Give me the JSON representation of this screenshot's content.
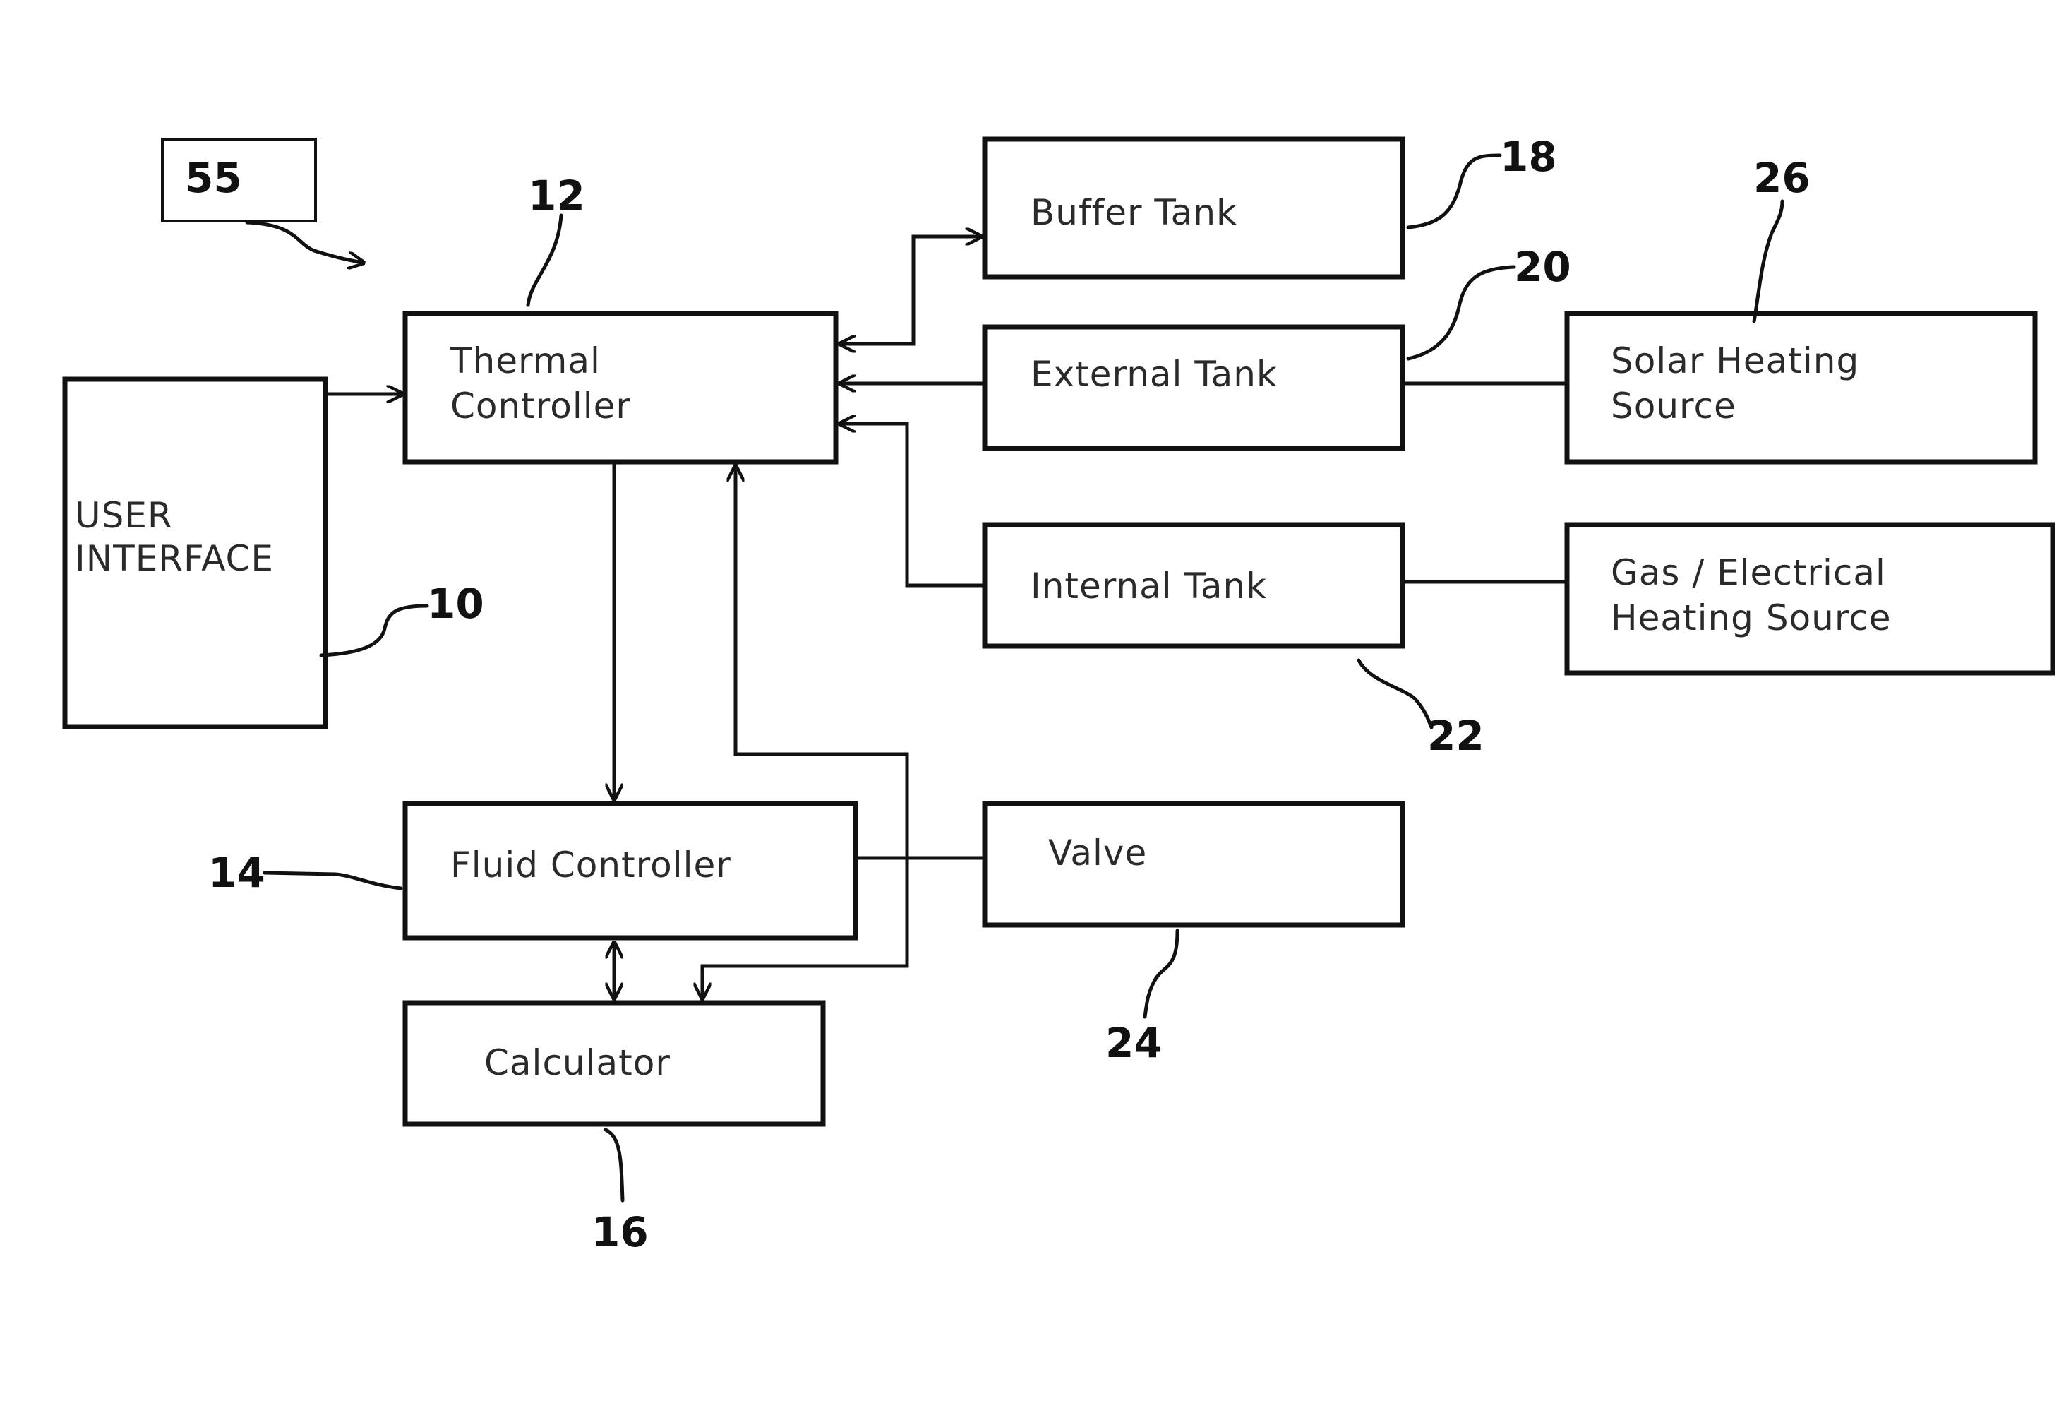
{
  "diagram": {
    "figure_ref": "55",
    "blocks": {
      "user_interface": {
        "lines": [
          "USER",
          "INTERFACE"
        ],
        "ref": "10"
      },
      "thermal_controller": {
        "lines": [
          "Thermal",
          "Controller"
        ],
        "ref": "12"
      },
      "fluid_controller": {
        "lines": [
          "Fluid Controller"
        ],
        "ref": "14"
      },
      "calculator": {
        "lines": [
          "Calculator"
        ],
        "ref": "16"
      },
      "buffer_tank": {
        "lines": [
          "Buffer Tank"
        ],
        "ref": "18"
      },
      "external_tank": {
        "lines": [
          "External Tank"
        ],
        "ref": "20"
      },
      "internal_tank": {
        "lines": [
          "Internal Tank"
        ],
        "ref": "22"
      },
      "valve": {
        "lines": [
          "Valve"
        ],
        "ref": "24"
      },
      "solar_heating_source": {
        "lines": [
          "Solar Heating",
          "Source"
        ],
        "ref": "26"
      },
      "gas_electrical_heating_source": {
        "lines": [
          "Gas / Electrical",
          "Heating Source"
        ]
      }
    },
    "connections": [
      {
        "from": "user_interface",
        "to": "thermal_controller",
        "type": "arrow"
      },
      {
        "from": "thermal_controller",
        "to": "buffer_tank",
        "type": "bidirectional"
      },
      {
        "from": "external_tank",
        "to": "thermal_controller",
        "type": "arrow"
      },
      {
        "from": "internal_tank",
        "to": "thermal_controller",
        "type": "arrow"
      },
      {
        "from": "thermal_controller",
        "to": "fluid_controller",
        "type": "arrow"
      },
      {
        "from": "valve",
        "to": "thermal_controller",
        "type": "arrow"
      },
      {
        "from": "valve",
        "to": "calculator",
        "type": "arrow"
      },
      {
        "from": "fluid_controller",
        "to": "valve",
        "type": "line"
      },
      {
        "from": "fluid_controller",
        "to": "calculator",
        "type": "bidirectional"
      },
      {
        "from": "external_tank",
        "to": "solar_heating_source",
        "type": "line"
      },
      {
        "from": "internal_tank",
        "to": "gas_electrical_heating_source",
        "type": "line"
      }
    ]
  }
}
